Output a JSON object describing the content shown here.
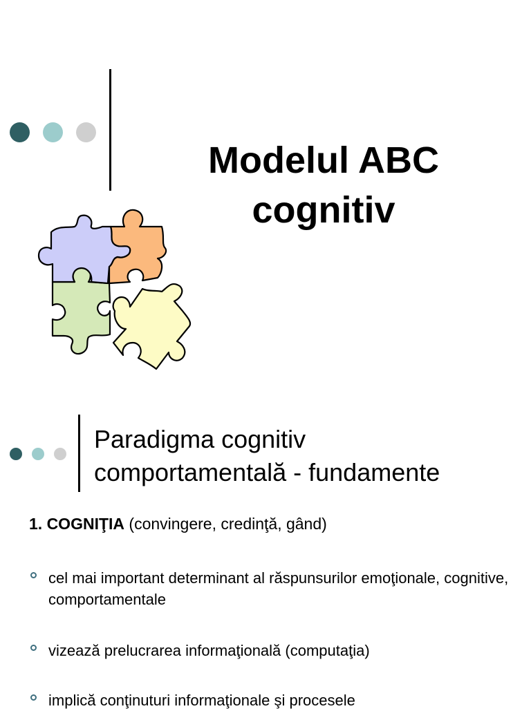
{
  "slide1": {
    "title_line1": "Modelul ABC",
    "title_line2": "cognitiv"
  },
  "slide2": {
    "title_line1": "Paradigma cognitiv",
    "title_line2": "comportamentală - fundamente",
    "heading": {
      "bold": "1. COGNIŢIA",
      "rest": " (convingere, credinţă, gând)"
    },
    "bullets": [
      "cel mai important determinant al răspunsurilor emoţionale, cognitive, comportamentale",
      "vizează prelucrarea informaţională (computaţia)",
      "implică conţinuturi informaţionale şi procesele"
    ]
  },
  "colors": {
    "dot_dark": "#2f5f63",
    "dot_mid": "#9ccccc",
    "dot_light": "#cfcfcf",
    "bullet_marker": "#3e6e7e",
    "puzzle_blue": "#cccdf9",
    "puzzle_orange": "#fbb97d",
    "puzzle_green": "#d5e9b8",
    "puzzle_yellow": "#fdfbc5"
  },
  "icons": [
    "puzzle-pieces-image",
    "bullet-circle-icon"
  ]
}
